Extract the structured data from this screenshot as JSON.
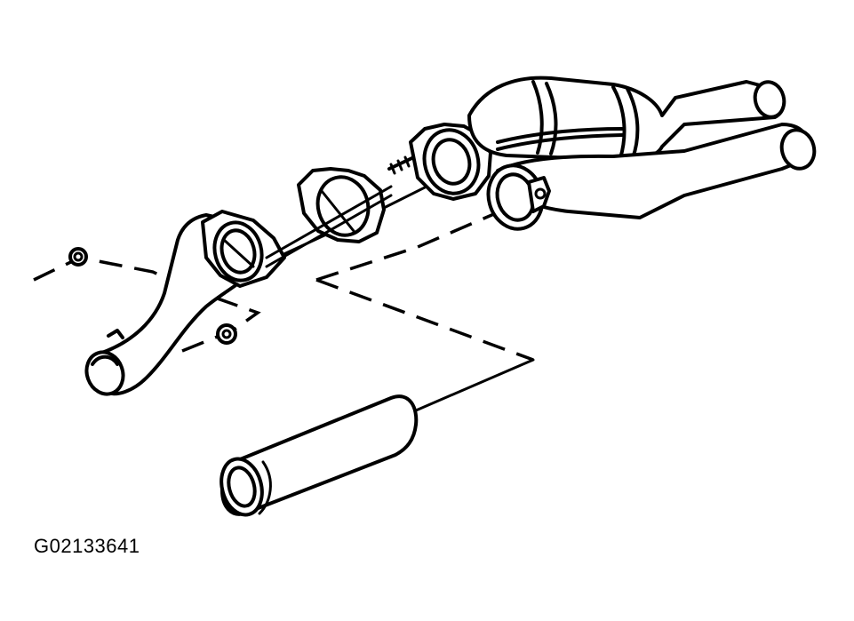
{
  "figure": {
    "id_label": "G02133641"
  },
  "colors": {
    "ink": "#000000",
    "paper": "#ffffff"
  },
  "parts": [
    "flange-nut-left",
    "flange-nut-lower",
    "front-exhaust-pipe",
    "front-flange-gasket",
    "intermediate-gasket",
    "catalytic-converter-flange",
    "stud-bolts",
    "catalytic-converter",
    "outlet-clamp",
    "tail-pipe-muffler"
  ]
}
